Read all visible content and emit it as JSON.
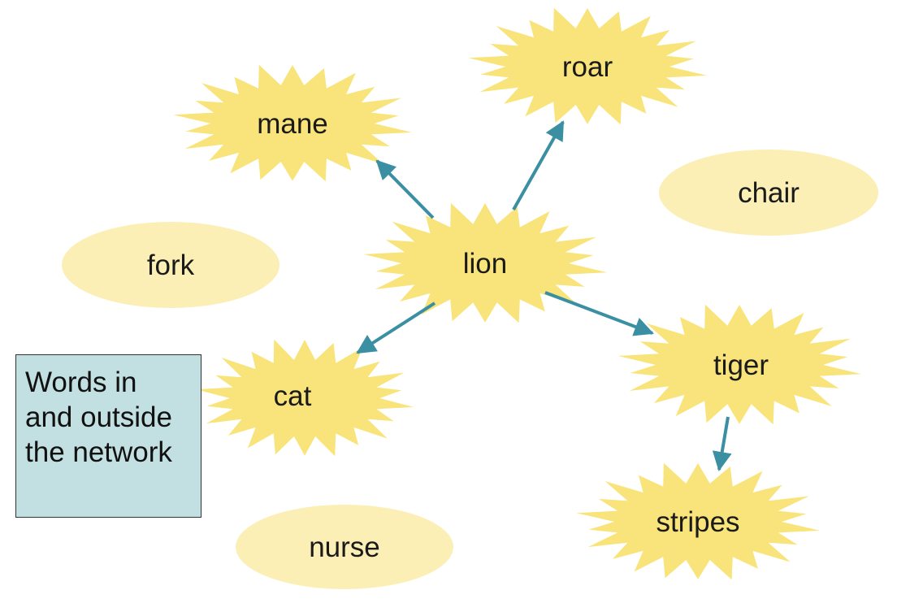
{
  "colors": {
    "burst_fill": "#f8e47a",
    "outside_fill": "#fbefb6",
    "arrow": "#3a8fa3",
    "legend_fill": "#c2dfe2"
  },
  "network": {
    "center": "lion",
    "associated": [
      "mane",
      "roar",
      "tiger",
      "cat",
      "stripes"
    ],
    "links": [
      {
        "from": "lion",
        "to": "mane"
      },
      {
        "from": "lion",
        "to": "roar"
      },
      {
        "from": "lion",
        "to": "tiger"
      },
      {
        "from": "lion",
        "to": "cat"
      },
      {
        "from": "tiger",
        "to": "stripes"
      }
    ]
  },
  "outside": [
    "chair",
    "fork",
    "nurse"
  ],
  "legend": {
    "lines": [
      "Words in",
      "and outside",
      "the network"
    ]
  }
}
